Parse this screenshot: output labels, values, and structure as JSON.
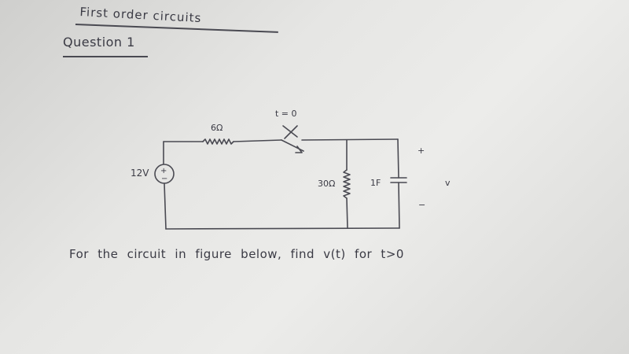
{
  "header": {
    "title": "First order circuits",
    "question": "Question 1"
  },
  "circuit": {
    "source_label": "12V",
    "source_symbol": "+",
    "source_minus": "−",
    "resistor_series_label": "6Ω",
    "switch_label": "t = 0",
    "resistor_shunt_label": "30Ω",
    "capacitor_label": "1F",
    "voltage_plus": "+",
    "voltage_label": "v",
    "voltage_minus": "−"
  },
  "problem": {
    "statement": "For the circuit in figure below, find v(t) for t>0"
  }
}
